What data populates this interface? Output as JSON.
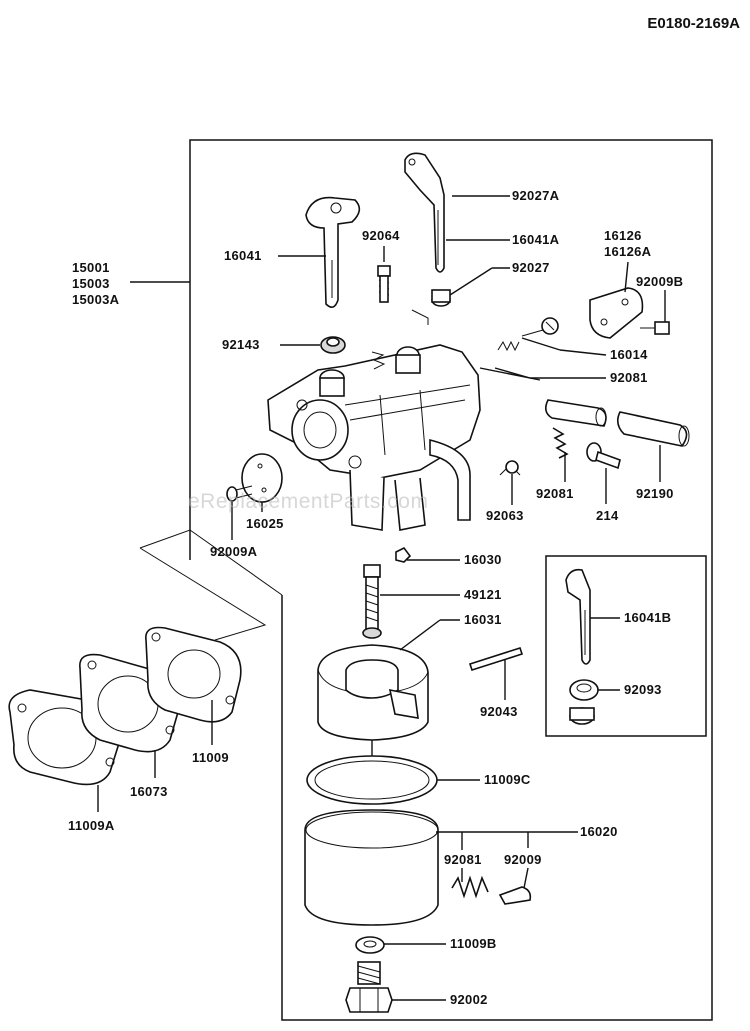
{
  "diagram_code": "E0180-2169A",
  "watermark": "eReplacementParts.com",
  "labels": {
    "l92027A": "92027A",
    "l16126": "16126",
    "l16126A": "16126A",
    "l92009B": "92009B",
    "l16041": "16041",
    "l92064": "92064",
    "l16041A": "16041A",
    "l92027": "92027",
    "l15001": "15001",
    "l15003": "15003",
    "l15003A": "15003A",
    "l92143": "92143",
    "l16014": "16014",
    "l92081a": "92081",
    "l92081b": "92081",
    "l214": "214",
    "l92190": "92190",
    "l16025": "16025",
    "l92063": "92063",
    "l92009A": "92009A",
    "l16030": "16030",
    "l49121": "49121",
    "l16031": "16031",
    "l16041B": "16041B",
    "l92093": "92093",
    "l92043": "92043",
    "l11009": "11009",
    "l16073": "16073",
    "l11009A": "11009A",
    "l11009C": "11009C",
    "l16020": "16020",
    "l92081c": "92081",
    "l92009": "92009",
    "l11009B": "11009B",
    "l92002": "92002"
  }
}
